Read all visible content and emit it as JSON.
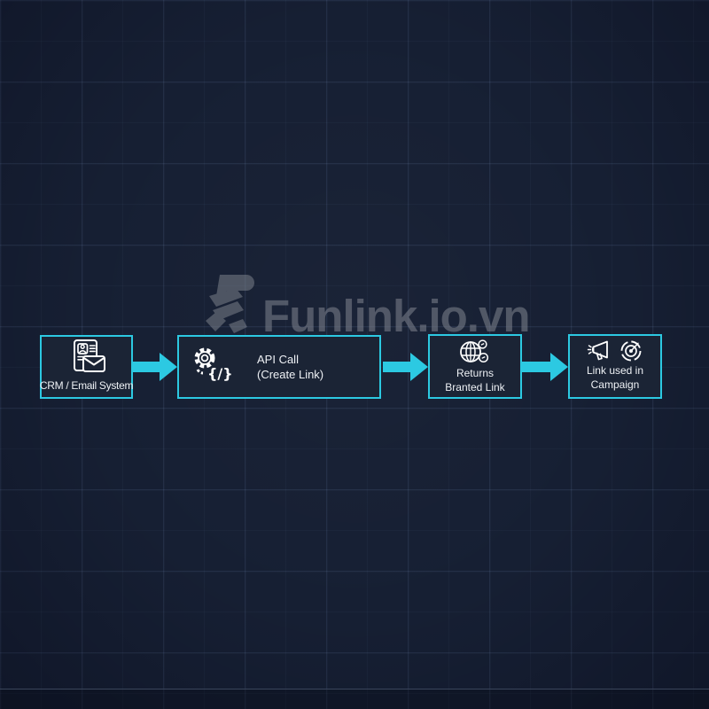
{
  "watermark": {
    "brand_text": "Funlink.io.vn"
  },
  "colors": {
    "background": "#161f33",
    "box_fill": "#1b2435",
    "accent_cyan": "#2cc9e2",
    "label_text": "#eef1f5",
    "watermark_gray": "#80858f",
    "footer_line": "#3a455b"
  },
  "flow": {
    "nodes": [
      {
        "id": "crm-email-system",
        "icon": "contact-card-envelope-icon",
        "lines": [
          "CRM / Email System"
        ]
      },
      {
        "id": "api-call",
        "icon": "gear-code-icon",
        "lines": [
          "API Call",
          "(Create Link)"
        ]
      },
      {
        "id": "returns-branted-link",
        "icon": "globe-link-icon",
        "lines": [
          "Returns",
          "Branted Link"
        ]
      },
      {
        "id": "link-used-in-campaign",
        "icon": "megaphone-target-icon",
        "lines": [
          "Link used in",
          "Campaign"
        ]
      }
    ],
    "connectors": [
      {
        "from": "crm-email-system",
        "to": "api-call"
      },
      {
        "from": "api-call",
        "to": "returns-branted-link"
      },
      {
        "from": "returns-branted-link",
        "to": "link-used-in-campaign"
      }
    ]
  }
}
